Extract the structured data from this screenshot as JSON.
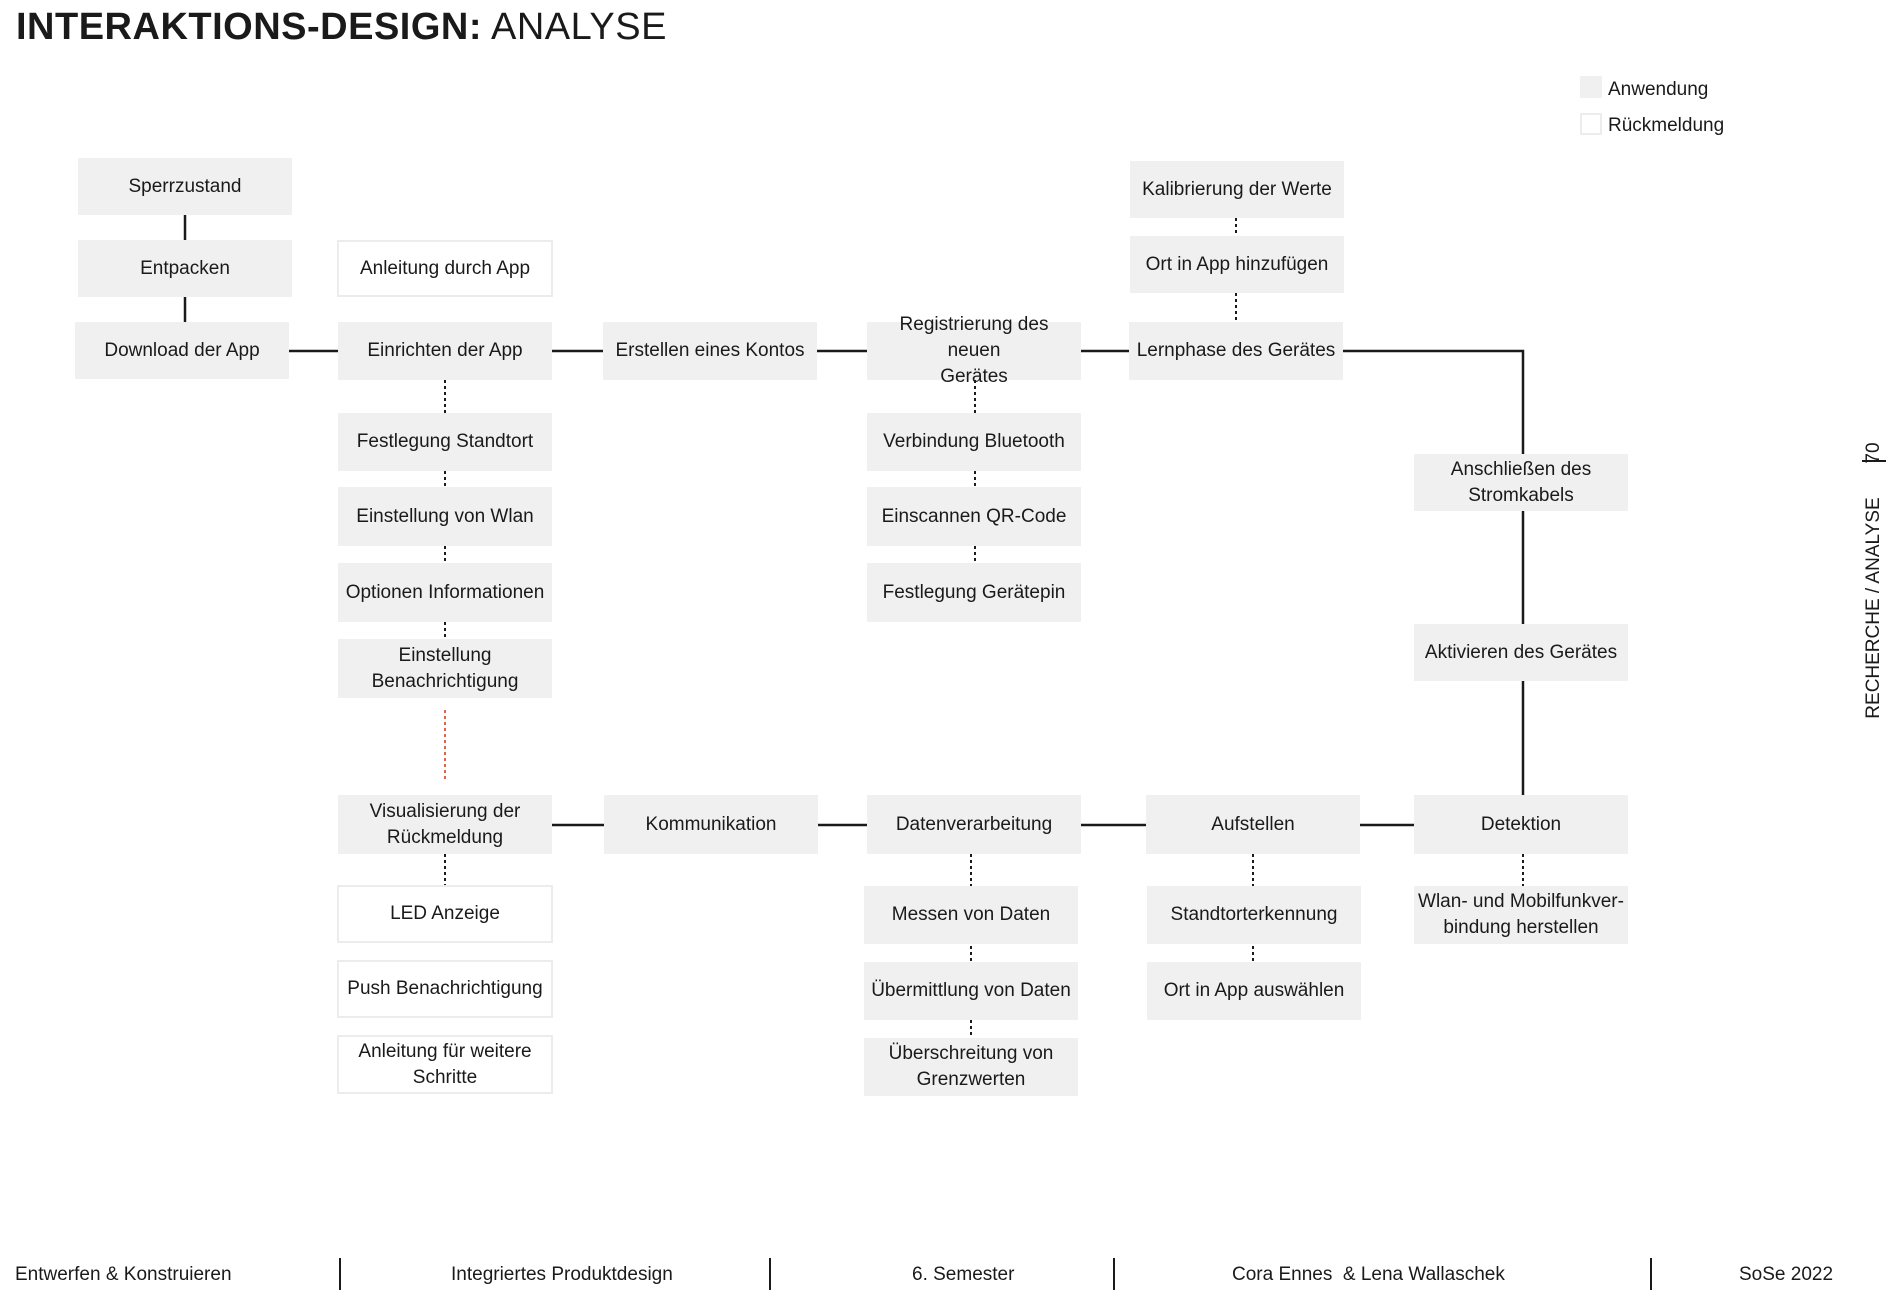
{
  "title": {
    "bold": "INTERAKTIONS-DESIGN:",
    "normal": "ANALYSE"
  },
  "legend": [
    {
      "label": "Anwendung",
      "style": "fill"
    },
    {
      "label": "Rückmeldung",
      "style": "outline"
    }
  ],
  "colors": {
    "fill": "#f0f0f0",
    "outline": "#ececec",
    "line": "#1a1a1a",
    "accent_dotted": "#d9694a"
  },
  "nodes": {
    "sperrzustand": "Sperrzustand",
    "entpacken": "Entpacken",
    "download": "Download der App",
    "anleitung_app": "Anleitung durch App",
    "einrichten": "Einrichten der App",
    "standort": "Festlegung Standtort",
    "wlan": "Einstellung von Wlan",
    "optionen": "Optionen Informationen",
    "benachrichtigung": "Einstellung\nBenachrichtigung",
    "visualisierung": "Visualisierung der\nRückmeldung",
    "led": "LED Anzeige",
    "push": "Push Benachrichtigung",
    "anleitung_weitere": "Anleitung für weitere\nSchritte",
    "konto": "Erstellen eines Kontos",
    "kommunikation": "Kommunikation",
    "registrierung": "Registrierung des neuen\nGerätes",
    "bluetooth": "Verbindung Bluetooth",
    "qr": "Einscannen QR-Code",
    "pin": "Festlegung Gerätepin",
    "datenverarbeitung": "Datenverarbeitung",
    "messen": "Messen von Daten",
    "uebermittlung": "Übermittlung von Daten",
    "grenzwerte": "Überschreitung von\nGrenzwerten",
    "kalibrierung": "Kalibrierung der Werte",
    "ort_hinzu": "Ort in App hinzufügen",
    "lernphase": "Lernphase des Gerätes",
    "aufstellen": "Aufstellen",
    "standorterkennung": "Standtorterkennung",
    "ort_auswaehlen": "Ort in App auswählen",
    "strom": "Anschließen des\nStromkabels",
    "aktivieren": "Aktivieren des Gerätes",
    "detektion": "Detektion",
    "wlan_mobil": "Wlan- und Mobilfunkver-\nbindung herstellen"
  },
  "side": {
    "page": "70",
    "section": "RECHERCHE / ANALYSE"
  },
  "footer": [
    "Entwerfen & Konstruieren",
    "Integriertes Produktdesign",
    "6. Semester",
    "Cora Ennes  & Lena Wallaschek",
    "SoSe 2022"
  ]
}
